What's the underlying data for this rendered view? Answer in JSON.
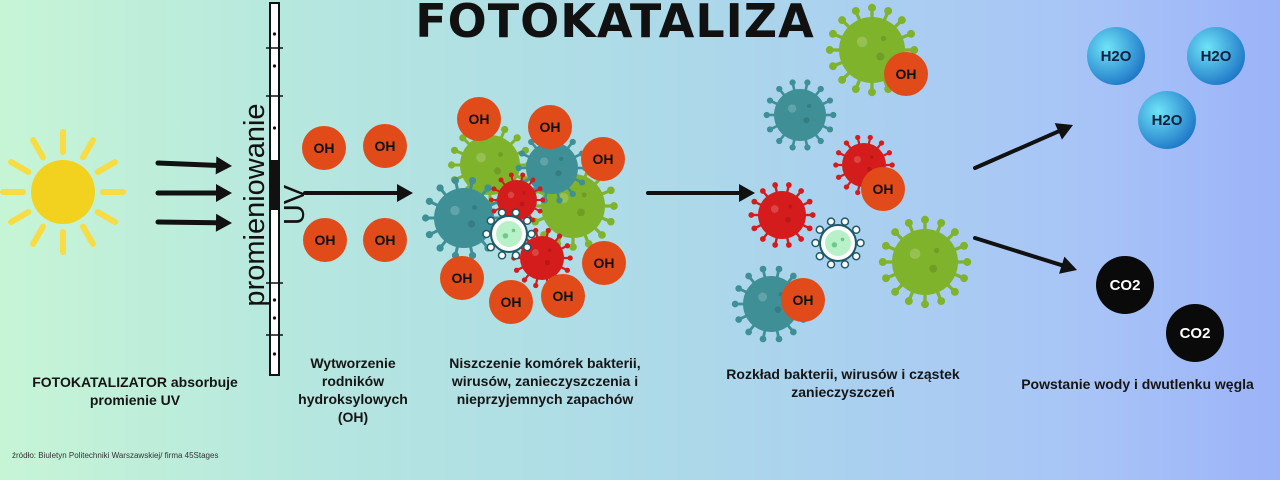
{
  "title": "FOTOKATALIZA",
  "uv_label": "promieniowanie UV",
  "captions": {
    "step1": "FOTOKATALIZATOR absorbuje promienie UV",
    "step2": "Wytworzenie rodników hydroksylowych (OH)",
    "step3": "Niszczenie komórek bakterii, wirusów, zanieczyszczenia i nieprzyjemnych zapachów",
    "step4": "Rozkład bakterii, wirusów i cząstek zanieczyszczeń",
    "step5": "Powstanie wody i dwutlenku węgla"
  },
  "radical_label": "OH",
  "water_label": "H2O",
  "co2_label": "CO2",
  "source": "źródło: Biuletyn Politechniki Warszawskiej/ firma 45Stages",
  "colors": {
    "sun": "#f3d21f",
    "sun_rays": "#f7dc44",
    "radical": "#e14b1a",
    "virus_green": "#7fb32c",
    "virus_teal": "#3e8f96",
    "virus_red": "#d41c1c",
    "bacteria_pale": "#b8f0c8",
    "water": "#2aa8d6",
    "co2": "#0a0a0a",
    "arrow": "#111111"
  }
}
